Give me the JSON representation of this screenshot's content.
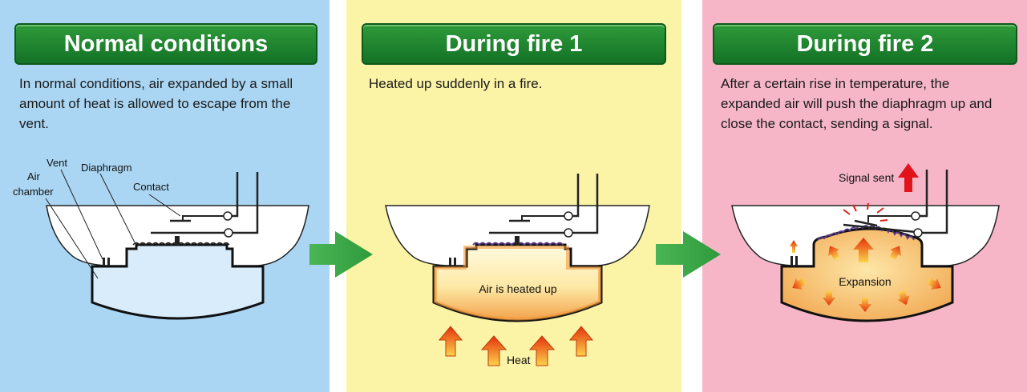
{
  "panels": [
    {
      "title": "Normal conditions",
      "description_lines": [
        "In normal conditions, air expanded by a small",
        "amount of heat is allowed to escape from the",
        "vent."
      ],
      "labels": {
        "vent": "Vent",
        "diaphragm": "Diaphragm",
        "contact": "Contact",
        "air_line1": "Air",
        "air_line2": "chamber"
      }
    },
    {
      "title": "During fire 1",
      "description_lines": [
        "Heated up suddenly in a fire."
      ],
      "labels": {
        "inner": "Air is heated up",
        "heat": "Heat"
      }
    },
    {
      "title": "During fire 2",
      "description_lines": [
        "After a certain rise in temperature, the",
        "expanded air will push the diaphragm up and",
        "close the contact, sending a signal."
      ],
      "labels": {
        "inner": "Expansion",
        "signal": "Signal sent"
      }
    }
  ],
  "colors": {
    "panel1_bg": "#aad6f3",
    "panel2_bg": "#fbf3a6",
    "panel3_bg": "#f6b6c8",
    "title_green": "#1c8a2e",
    "flow_arrow": "#3cb049",
    "heat_arrow": "#e8400f"
  }
}
